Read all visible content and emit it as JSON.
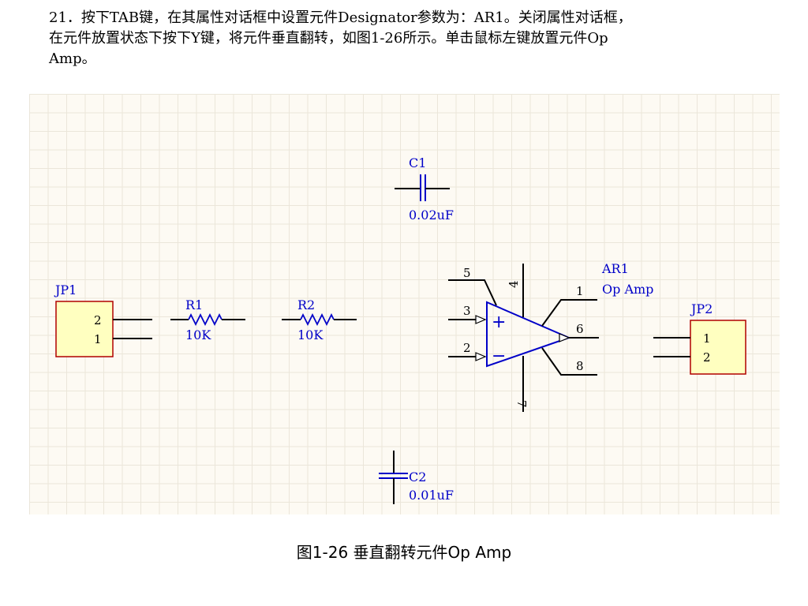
{
  "instruction": {
    "line1": "21．按下TAB键，在其属性对话框中设置元件Designator参数为：AR1。关闭属性对话框，",
    "line2": "在元件放置状态下按下Y键，将元件垂直翻转，如图1-26所示。单击鼠标左键放置元件Op",
    "line3": "Amp。"
  },
  "schematic": {
    "colors": {
      "component": "#0000c8",
      "wire": "#000000",
      "connector_fill": "#ffffc0",
      "connector_border": "#b00000",
      "background": "#fdfaf3"
    },
    "capacitor_c1": {
      "designator": "C1",
      "value": "0.02uF"
    },
    "capacitor_c2": {
      "designator": "C2",
      "value": "0.01uF"
    },
    "resistor_r1": {
      "designator": "R1",
      "value": "10K"
    },
    "resistor_r2": {
      "designator": "R2",
      "value": "10K"
    },
    "connector_jp1": {
      "designator": "JP1",
      "pins": [
        "2",
        "1"
      ]
    },
    "connector_jp2": {
      "designator": "JP2",
      "pins": [
        "1",
        "2"
      ]
    },
    "opamp": {
      "designator": "AR1",
      "comment": "Op Amp",
      "plus_sign": "+",
      "minus_sign": "−",
      "pins": {
        "p5": "5",
        "p4": "4",
        "p3": "3",
        "p2": "2",
        "p1": "1",
        "p6": "6",
        "p8": "8",
        "p7": "7"
      }
    }
  },
  "caption": "图1-26 垂直翻转元件Op Amp"
}
